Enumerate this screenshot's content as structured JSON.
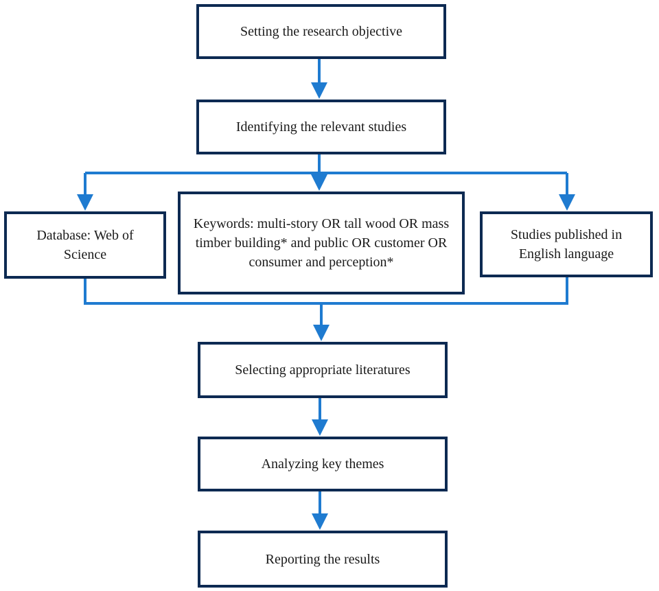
{
  "colors": {
    "box_border": "#0d2a52",
    "arrow": "#1f7bd0",
    "text": "#1a1a1a"
  },
  "steps": {
    "objective": "Setting the research objective",
    "identify": "Identifying the relevant studies",
    "selecting": "Selecting appropriate literatures",
    "analyzing": "Analyzing key themes",
    "reporting": "Reporting the results"
  },
  "criteria": {
    "database": "Database: Web of Science",
    "keywords": "Keywords: multi-story OR tall wood OR mass timber building* and public OR customer OR consumer and perception*",
    "language": "Studies published in English language"
  }
}
